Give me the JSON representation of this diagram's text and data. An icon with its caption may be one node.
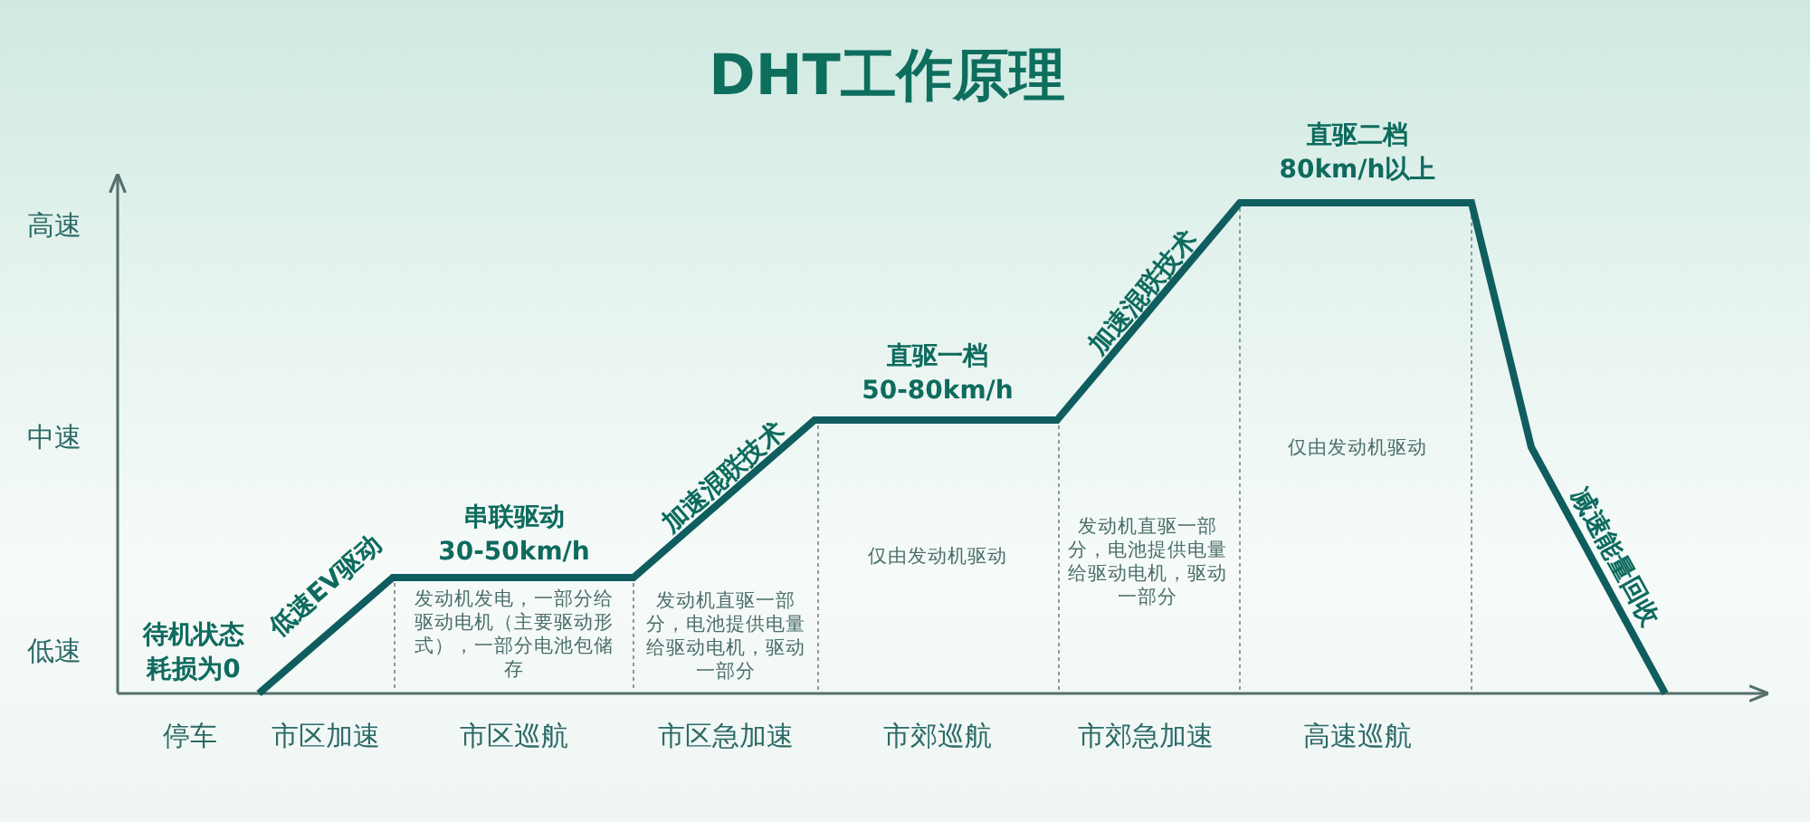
{
  "diagram": {
    "title": "DHT工作原理",
    "labels": [
      "直驱二档 80km/h以上",
      "高速",
      "直驱一档 50-80km/h",
      "加速混联技术",
      "中速",
      "低速",
      "待机状态耗损为0",
      "低速EV驱动",
      "串联驱动 30-50km/h",
      "发动机发电，一部分给驱动电机（主要驱动形式），一部分电池包储存",
      "加速混联技术",
      "发动机直驱一部分，电池提供电量给驱动电机，驱动一部分",
      "仅由发动机驱动",
      "发动机直驱一部分，电池提供电量给驱动电机，驱动一部分",
      "仅由发动机驱动",
      "减速能量回收",
      "停车",
      "市区加速",
      "市区巡航",
      "市区急加速",
      "市郊巡航",
      "市郊急加速",
      "高速巡航"
    ]
  }
}
